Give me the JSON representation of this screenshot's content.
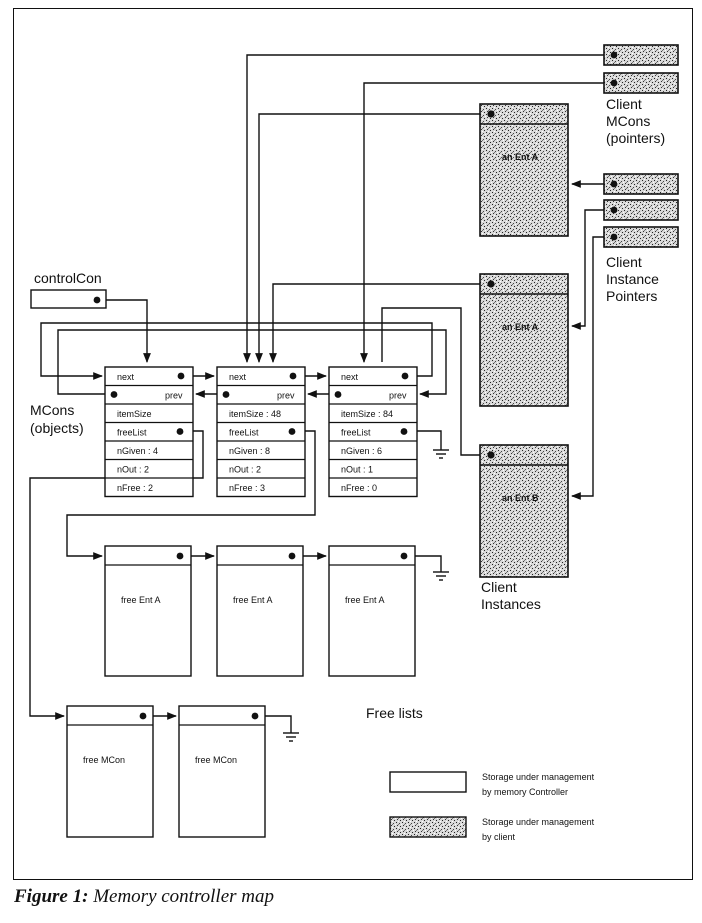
{
  "figure": {
    "number_label": "Figure 1:",
    "title": "Memory controller map"
  },
  "colors": {
    "ink": "#111111",
    "paper": "#ffffff",
    "client_fill": "#c8c8c8"
  },
  "labels": {
    "control_con": "controlCon",
    "mcons_objects": [
      "MCons",
      "(objects)"
    ],
    "client_mcons": [
      "Client",
      "MCons",
      "(pointers)"
    ],
    "client_instance_pointers": [
      "Client",
      "Instance",
      "Pointers"
    ],
    "client_instances": [
      "Client",
      "Instances"
    ],
    "free_lists": "Free lists"
  },
  "mcons": [
    {
      "next": "next",
      "prev": "prev",
      "item_size": "itemSize",
      "free_list": "freeList",
      "n_given": "nGiven : 4",
      "n_out": "nOut : 2",
      "n_free": "nFree : 2"
    },
    {
      "next": "next",
      "prev": "prev",
      "item_size": "itemSize : 48",
      "free_list": "freeList",
      "n_given": "nGiven : 8",
      "n_out": "nOut : 2",
      "n_free": "nFree : 3"
    },
    {
      "next": "next",
      "prev": "prev",
      "item_size": "itemSize : 84",
      "free_list": "freeList",
      "n_given": "nGiven : 6",
      "n_out": "nOut : 1",
      "n_free": "nFree : 0"
    }
  ],
  "client_instances": [
    {
      "label": "an Ent A"
    },
    {
      "label": "an Ent A"
    },
    {
      "label": "an Ent B"
    }
  ],
  "free_entities": [
    {
      "label": "free Ent A"
    },
    {
      "label": "free Ent A"
    },
    {
      "label": "free Ent A"
    }
  ],
  "free_mcons": [
    {
      "label": "free MCon"
    },
    {
      "label": "free MCon"
    }
  ],
  "legend": [
    {
      "kind": "managed-by-controller",
      "line1": "Storage under management",
      "line2": "by memory Controller"
    },
    {
      "kind": "managed-by-client",
      "line1": "Storage under management",
      "line2": "by client"
    }
  ]
}
